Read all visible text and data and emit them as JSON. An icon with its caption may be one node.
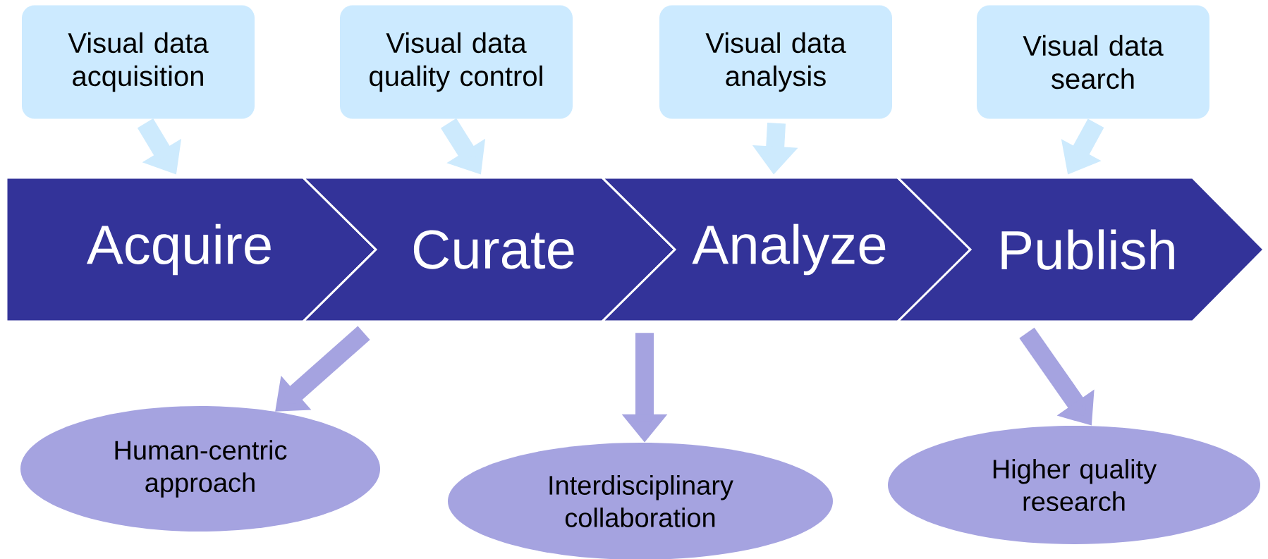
{
  "diagram": {
    "nodes": [
      {
        "text": [
          "Visual data acquisition"
        ]
      },
      {
        "text": [
          "Visual data quality control"
        ]
      },
      {
        "text": [
          "Visual data analysis"
        ]
      },
      {
        "text": [
          "Visual data search"
        ]
      },
      {
        "text": [
          "Acquire"
        ]
      },
      {
        "text": [
          "Curate"
        ]
      },
      {
        "text": [
          "Analyze"
        ]
      },
      {
        "text": [
          "Publish"
        ]
      },
      {
        "text": [
          "Human-centric approach"
        ]
      },
      {
        "text": [
          "Interdisciplinary collaboration"
        ]
      },
      {
        "text": [
          "Higher quality research"
        ]
      }
    ],
    "edges": [
      {
        "from": 0,
        "to": 4,
        "arrow": "to"
      },
      {
        "from": 1,
        "to": 5,
        "arrow": "to"
      },
      {
        "from": 2,
        "to": 6,
        "arrow": "to"
      },
      {
        "from": 3,
        "to": 7,
        "arrow": "to"
      },
      {
        "from": 5,
        "to": 8,
        "arrow": "to",
        "color": "#a5a3e0"
      },
      {
        "from": 6,
        "to": 9,
        "arrow": "to",
        "color": "#a5a3e0"
      },
      {
        "from": 7,
        "to": 10,
        "arrow": "to",
        "color": "#a5a3e0"
      }
    ]
  }
}
